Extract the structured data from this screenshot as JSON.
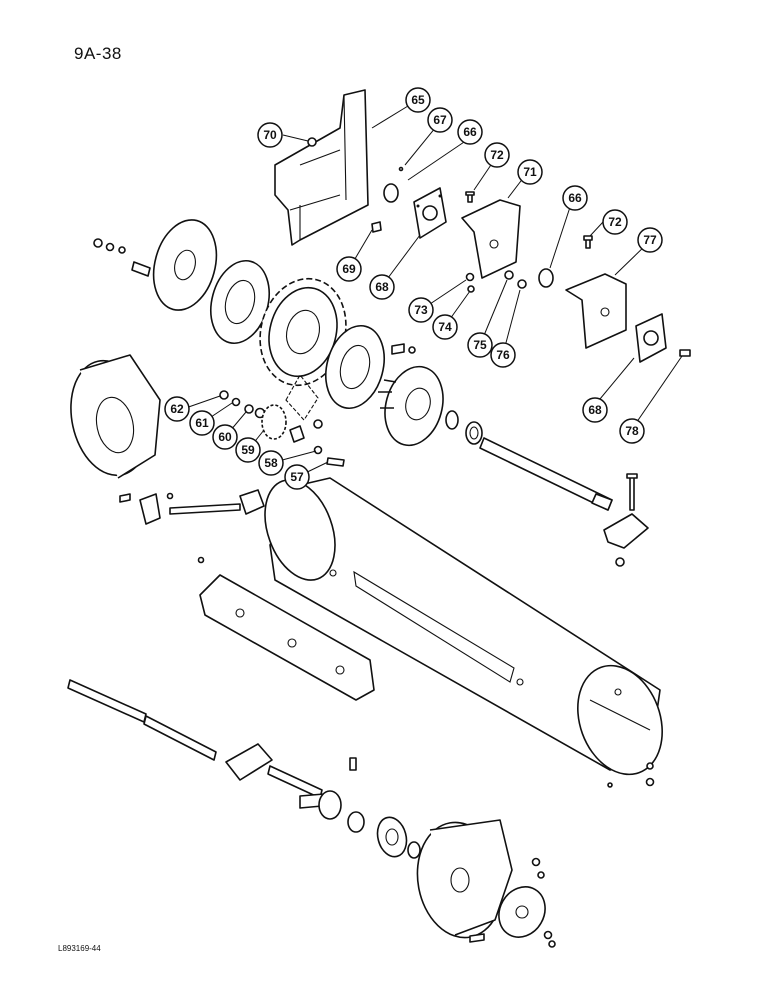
{
  "page": {
    "code": "9A-38",
    "document_id": "L893169-44"
  },
  "callouts": [
    {
      "label": "65"
    },
    {
      "label": "66"
    },
    {
      "label": "67"
    },
    {
      "label": "70"
    },
    {
      "label": "72"
    },
    {
      "label": "71"
    },
    {
      "label": "66"
    },
    {
      "label": "72"
    },
    {
      "label": "77"
    },
    {
      "label": "69"
    },
    {
      "label": "68"
    },
    {
      "label": "73"
    },
    {
      "label": "74"
    },
    {
      "label": "75"
    },
    {
      "label": "76"
    },
    {
      "label": "68"
    },
    {
      "label": "78"
    },
    {
      "label": "62"
    },
    {
      "label": "61"
    },
    {
      "label": "60"
    },
    {
      "label": "59"
    },
    {
      "label": "58"
    },
    {
      "label": "57"
    }
  ]
}
